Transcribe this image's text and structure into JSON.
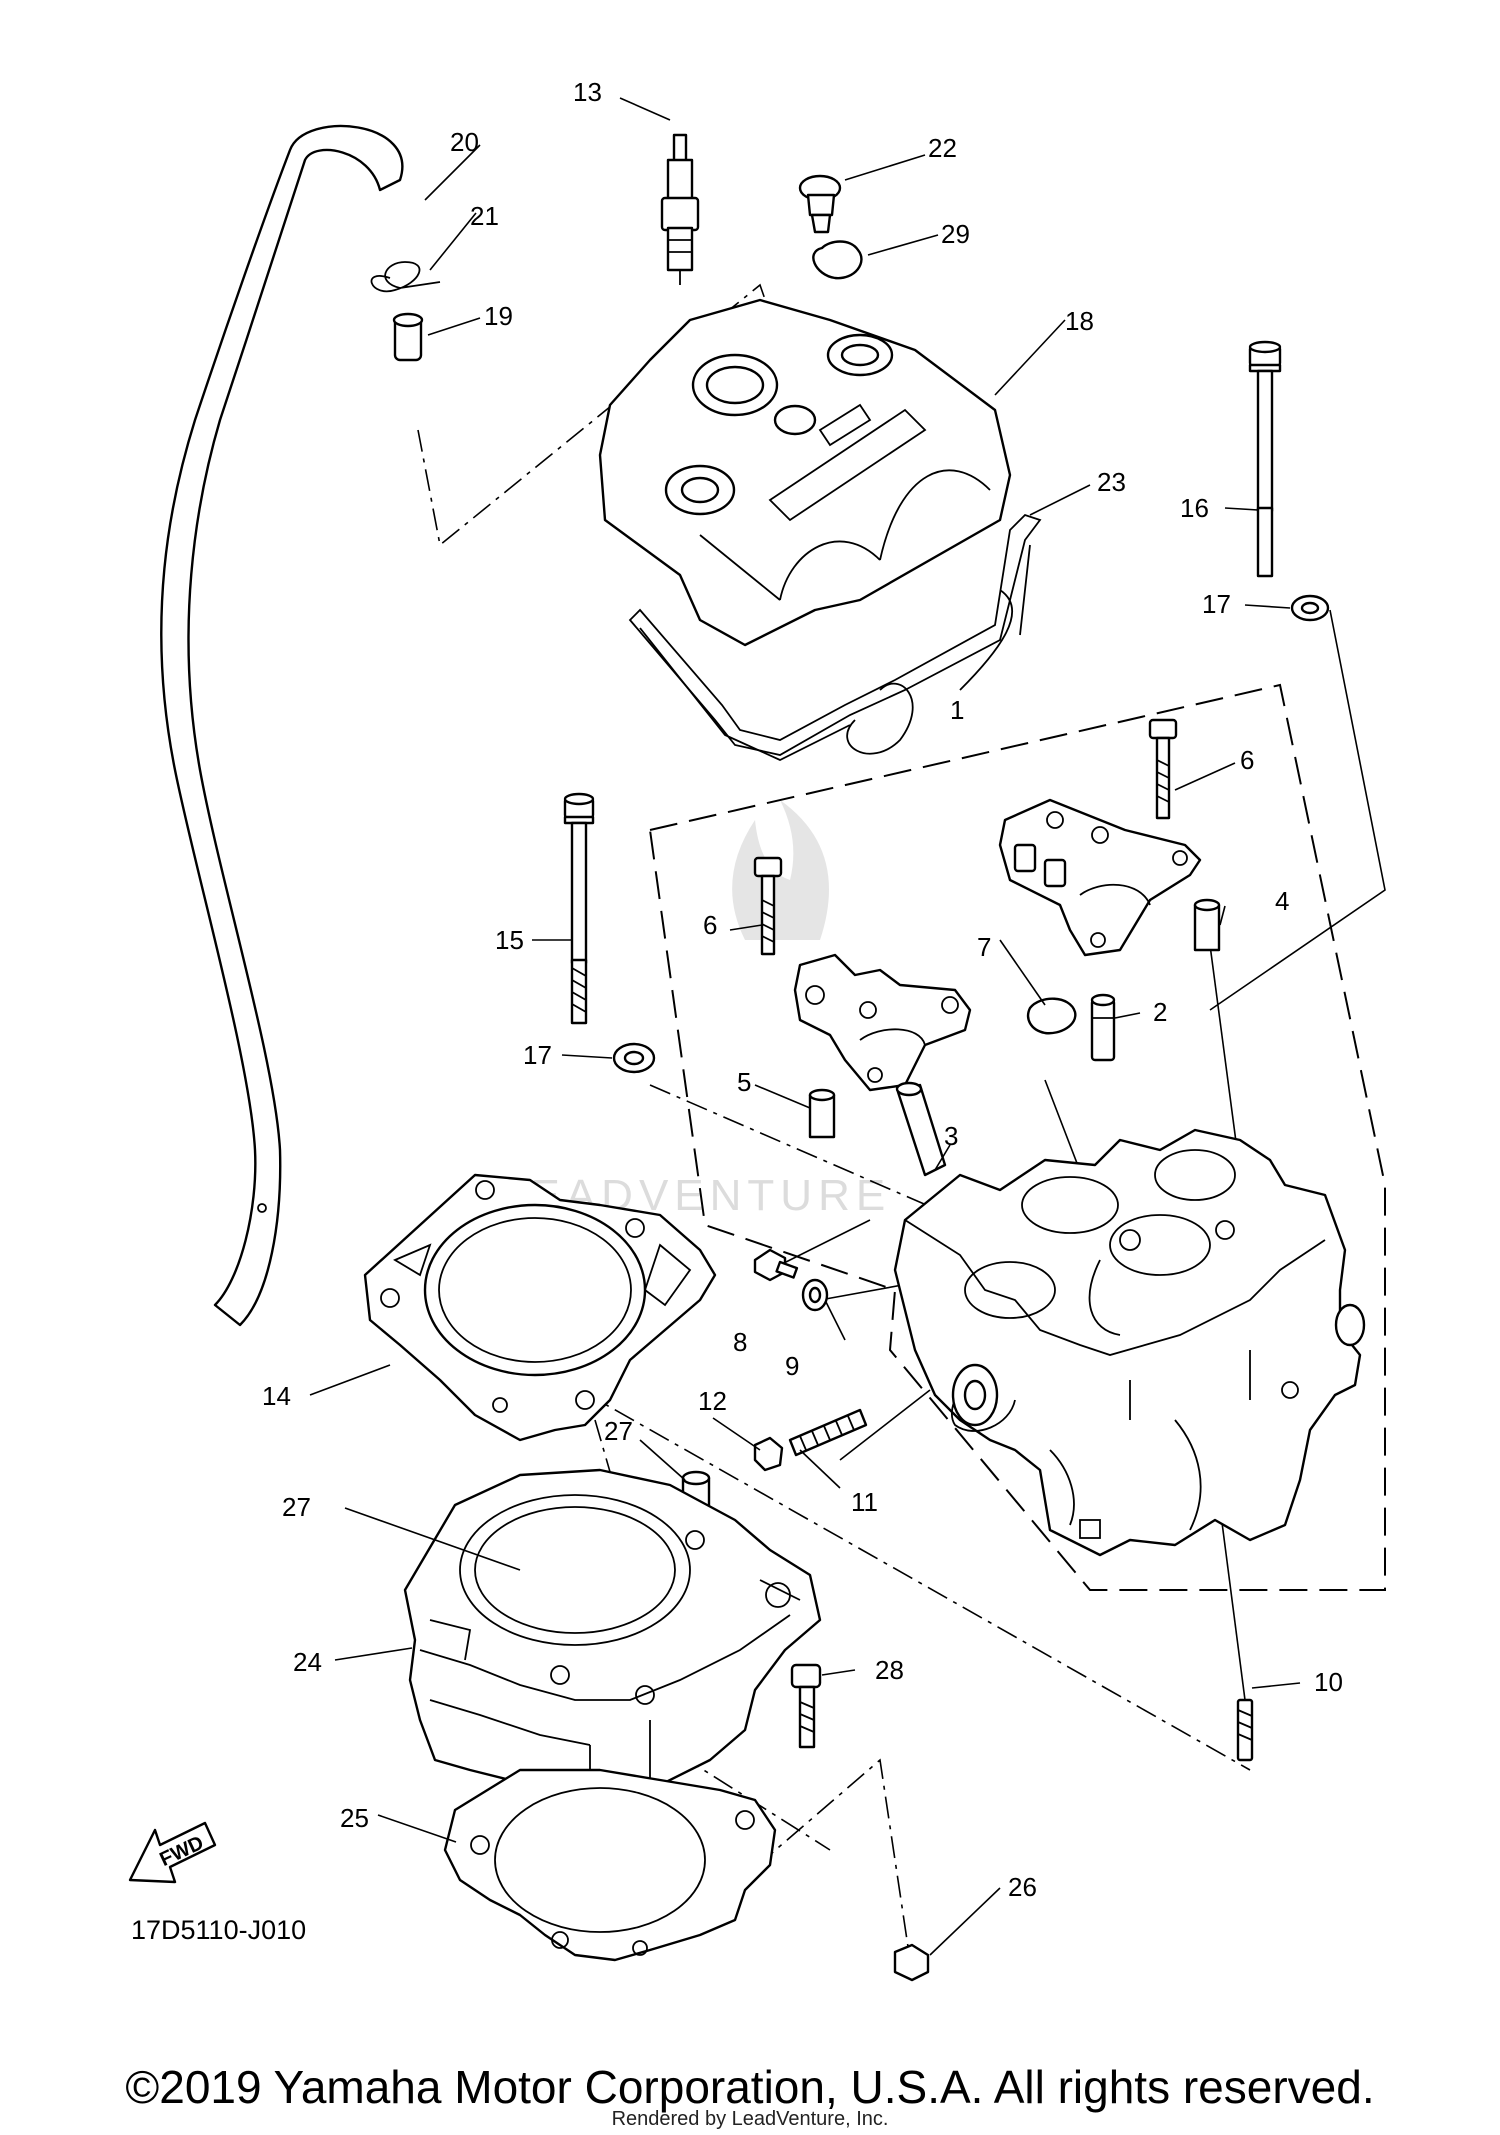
{
  "diagram_code": "17D5110-J010",
  "fwd_label": "FWD",
  "watermark": "LEADVENTURE",
  "copyright": "©2019 Yamaha Motor Corporation, U.S.A. All rights reserved.",
  "rendered_by": "Rendered by LeadVenture, Inc.",
  "callouts": {
    "c1": "1",
    "c2": "2",
    "c3": "3",
    "c4": "4",
    "c5": "5",
    "c6a": "6",
    "c6b": "6",
    "c7": "7",
    "c8": "8",
    "c9": "9",
    "c10": "10",
    "c11": "11",
    "c12": "12",
    "c13": "13",
    "c14": "14",
    "c15": "15",
    "c16": "16",
    "c17a": "17",
    "c17b": "17",
    "c18": "18",
    "c19": "19",
    "c20": "20",
    "c21": "21",
    "c22": "22",
    "c23": "23",
    "c24": "24",
    "c25": "25",
    "c26": "26",
    "c27a": "27",
    "c27b": "27",
    "c28": "28",
    "c29": "29"
  }
}
